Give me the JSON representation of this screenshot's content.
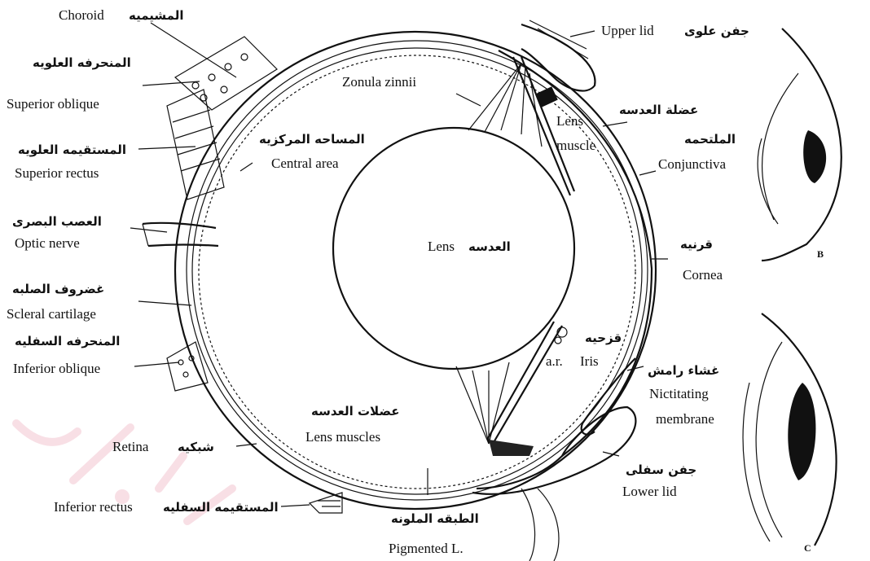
{
  "labels": {
    "choroid": {
      "en": "Choroid",
      "ar": "المشيميه"
    },
    "superior_oblique": {
      "en": "Superior  oblique",
      "ar": "المنحرفه العلويه"
    },
    "superior_rectus": {
      "en": "Superior rectus",
      "ar": "المستقيمه العلويه"
    },
    "optic_nerve": {
      "en": "Optic nerve",
      "ar": "العصب البصرى"
    },
    "scleral_cartilage": {
      "en": "Scleral cartilage",
      "ar": "غضروف الصلبه"
    },
    "inferior_oblique": {
      "en": "Inferior oblique",
      "ar": "المنحرفه السفليه"
    },
    "retina": {
      "en": "Retina",
      "ar": "شبكيه"
    },
    "inferior_rectus": {
      "en": "Inferior rectus",
      "ar": "المستقيمه السفليه"
    },
    "pigmented": {
      "en": "Pigmented L.",
      "ar": "الطبقه الملونه"
    },
    "lens_muscles": {
      "en": "Lens muscles",
      "ar": "عضلات العدسه"
    },
    "central_area": {
      "en": "Central area",
      "ar": "المساحه المركزيه"
    },
    "zonula": {
      "en": "Zonula zinnii"
    },
    "lens": {
      "en": "Lens",
      "ar": "العدسه"
    },
    "upper_lid": {
      "en": "Upper lid",
      "ar": "جفن علوى"
    },
    "lens_muscle": {
      "en1": "Lens",
      "en2": "muscle",
      "ar": "عضلة العدسه"
    },
    "conjunctiva": {
      "en": "Conjunctiva",
      "ar": "الملتحمه"
    },
    "cornea": {
      "en": "Cornea",
      "ar": "قرنيه"
    },
    "iris": {
      "en": "Iris",
      "ar": "قزحيه",
      "abbr": "a.r."
    },
    "nictitating": {
      "en1": "Nictitating",
      "en2": "membrane",
      "ar": "غشاء رامش"
    },
    "lower_lid": {
      "en": "Lower lid",
      "ar": "جفن سفلى"
    },
    "inset_b": "B",
    "inset_c": "C"
  }
}
